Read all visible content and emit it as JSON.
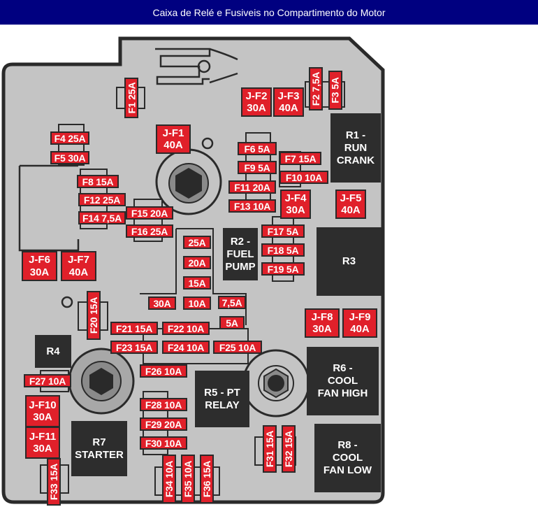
{
  "header": {
    "title": "Caixa de Relé e Fusiveis no Compartimento do Motor"
  },
  "colors": {
    "header_bg": "#000080",
    "fuse": "#e0202a",
    "relay": "#2d2d2d",
    "box": "#c4c4c4",
    "outline": "#2a2a2a"
  },
  "fuses": {
    "f1": "F1 25A",
    "f2": "F2 7,5A",
    "f3": "F3 5A",
    "f4": "F4 25A",
    "f5": "F5 30A",
    "f6": "F6 5A",
    "f7": "F7 15A",
    "f8": "F8 15A",
    "f9": "F9 5A",
    "f10": "F10 10A",
    "f11": "F11 20A",
    "f12": "F12 25A",
    "f13": "F13 10A",
    "f14": "F14 7,5A",
    "f15": "F15 20A",
    "f16": "F16 25A",
    "f17": "F17 5A",
    "f18": "F18 5A",
    "f19": "F19 5A",
    "f20": "F20 15A",
    "f21": "F21 15A",
    "f22": "F22 10A",
    "f23": "F23 15A",
    "f24": "F24 10A",
    "f25": "F25 10A",
    "f26": "F26 10A",
    "f27": "F27 10A",
    "f28": "F28 10A",
    "f29": "F29 20A",
    "f30": "F30 10A",
    "f31": "F31 15A",
    "f32": "F32 15A",
    "f33": "F33 15A",
    "f34": "F34 10A",
    "f35": "F35 10A",
    "f36": "F36 15A"
  },
  "spare_fuses": {
    "s25": "25A",
    "s20": "20A",
    "s15": "15A",
    "s30": "30A",
    "s10": "10A",
    "s75": "7,5A",
    "s5": "5A"
  },
  "jcase_fuses": {
    "jf1": "J-F1\n40A",
    "jf2": "J-F2\n30A",
    "jf3": "J-F3\n40A",
    "jf4": "J-F4\n30A",
    "jf5": "J-F5\n40A",
    "jf6": "J-F6\n30A",
    "jf7": "J-F7\n40A",
    "jf8": "J-F8\n30A",
    "jf9": "J-F9\n40A",
    "jf10": "J-F10\n30A",
    "jf11": "J-F11\n30A"
  },
  "relays": {
    "r1": "R1 -\nRUN\nCRANK",
    "r2": "R2 -\nFUEL\nPUMP",
    "r3": "R3",
    "r4": "R4",
    "r5": "R5 - PT\nRELAY",
    "r6": "R6 -\nCOOL\nFAN HIGH",
    "r7": "R7\nSTARTER",
    "r8": "R8 -\nCOOL\nFAN LOW"
  }
}
